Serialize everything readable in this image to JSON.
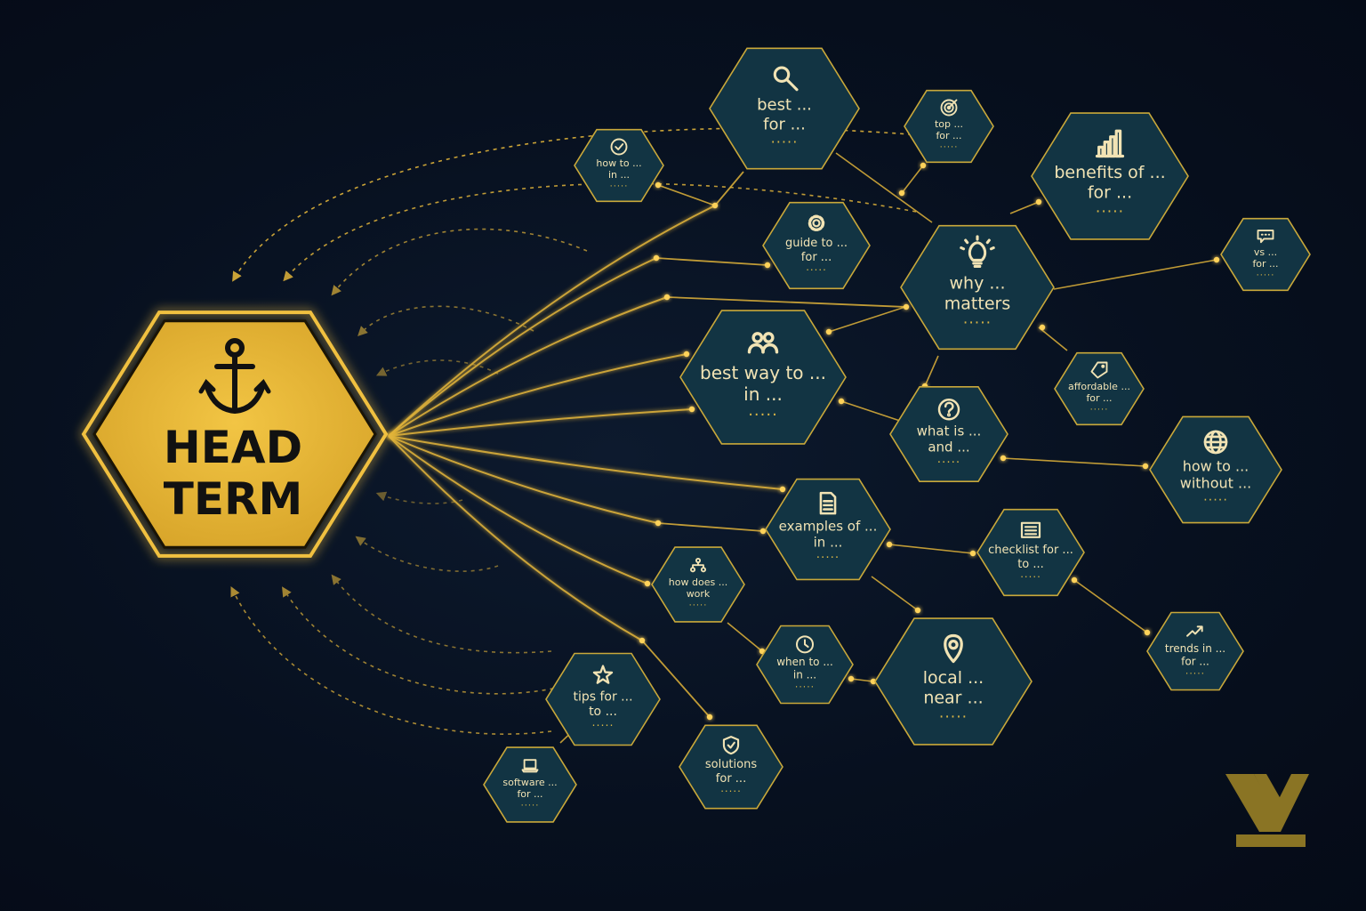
{
  "head": {
    "line1": "HEAD",
    "line2": "TERM",
    "icon": "anchor-icon"
  },
  "nodes": [
    {
      "id": "n1",
      "lines": [
        "best ...",
        "for ..."
      ],
      "dots": ".....",
      "icon": "search-icon"
    },
    {
      "id": "n2",
      "lines": [
        "how to ...",
        "in ..."
      ],
      "dots": ".....",
      "icon": "check-circle-icon"
    },
    {
      "id": "n3",
      "lines": [
        "top ...",
        "for ..."
      ],
      "dots": ".....",
      "icon": "target-icon"
    },
    {
      "id": "n4",
      "lines": [
        "benefits of ...",
        "for ..."
      ],
      "dots": ".....",
      "icon": "bar-chart-icon"
    },
    {
      "id": "n5",
      "lines": [
        "guide to ...",
        "for ..."
      ],
      "dots": ".....",
      "icon": "gear-icon"
    },
    {
      "id": "n6",
      "lines": [
        "why ...",
        "matters"
      ],
      "dots": ".....",
      "icon": "lightbulb-icon"
    },
    {
      "id": "n7",
      "lines": [
        "vs ...",
        "for ..."
      ],
      "dots": ".....",
      "icon": "chat-icon"
    },
    {
      "id": "n8",
      "lines": [
        "best way to ...",
        "in ..."
      ],
      "dots": ".....",
      "icon": "users-icon"
    },
    {
      "id": "n9",
      "lines": [
        "affordable ...",
        "for ..."
      ],
      "dots": ".....",
      "icon": "tag-icon"
    },
    {
      "id": "n10",
      "lines": [
        "what is ...",
        "and ..."
      ],
      "dots": ".....",
      "icon": "question-icon"
    },
    {
      "id": "n11",
      "lines": [
        "how to ...",
        "without ..."
      ],
      "dots": ".....",
      "icon": "globe-icon"
    },
    {
      "id": "n12",
      "lines": [
        "examples of ...",
        "in ..."
      ],
      "dots": ".....",
      "icon": "document-icon"
    },
    {
      "id": "n13",
      "lines": [
        "checklist for ...",
        "to ..."
      ],
      "dots": ".....",
      "icon": "list-icon"
    },
    {
      "id": "n14",
      "lines": [
        "how does ...",
        "work"
      ],
      "dots": ".....",
      "icon": "network-icon"
    },
    {
      "id": "n15",
      "lines": [
        "when to ...",
        "in ..."
      ],
      "dots": ".....",
      "icon": "clock-icon"
    },
    {
      "id": "n16",
      "lines": [
        "local ...",
        "near ..."
      ],
      "dots": ".....",
      "icon": "map-pin-icon"
    },
    {
      "id": "n17",
      "lines": [
        "trends in ...",
        "for ..."
      ],
      "dots": ".....",
      "icon": "trend-icon"
    },
    {
      "id": "n18",
      "lines": [
        "tips for ...",
        "to ..."
      ],
      "dots": ".....",
      "icon": "star-icon"
    },
    {
      "id": "n19",
      "lines": [
        "solutions",
        "for ..."
      ],
      "dots": ".....",
      "icon": "shield-icon"
    },
    {
      "id": "n20",
      "lines": [
        "software ...",
        "for ..."
      ],
      "dots": ".....",
      "icon": "laptop-icon"
    }
  ],
  "logo": {
    "icon": "monogram-logo"
  },
  "colors": {
    "gold": "#e8b83a",
    "gold_line": "#e0b33a",
    "hex_fill": "#123443",
    "hex_stroke": "#c9a83a",
    "text": "#f1e3b4",
    "background": "#07101f"
  }
}
